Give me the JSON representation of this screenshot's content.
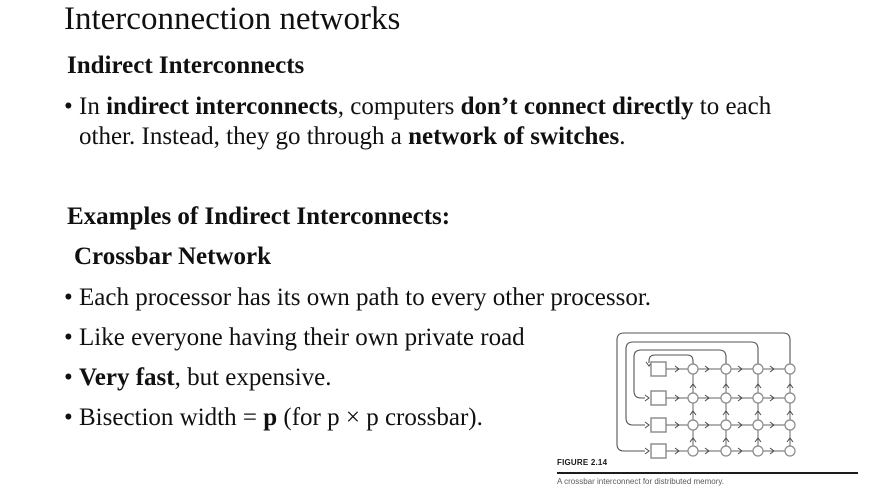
{
  "slide": {
    "title": "Interconnection networks",
    "bullet_glyph": "•",
    "headings": [
      {
        "id": "indirect",
        "text": "Indirect Interconnects"
      },
      {
        "id": "examples",
        "text": "Examples of Indirect Interconnects:"
      },
      {
        "id": "crossbar",
        "text": "Crossbar Network"
      }
    ],
    "bullets": [
      {
        "segments": [
          {
            "t": "In ",
            "b": false
          },
          {
            "t": "indirect interconnects",
            "b": true
          },
          {
            "t": ", computers ",
            "b": false
          },
          {
            "t": "don’t connect directly",
            "b": true
          },
          {
            "t": " to each\nother. Instead, they go through a ",
            "b": false
          },
          {
            "t": "network of switches",
            "b": true
          },
          {
            "t": ".",
            "b": false
          }
        ]
      },
      {
        "segments": [
          {
            "t": "Each processor has its own path to every other processor.",
            "b": false
          }
        ]
      },
      {
        "segments": [
          {
            "t": "Like everyone having their own private road",
            "b": false
          }
        ]
      },
      {
        "segments": [
          {
            "t": "Very fast",
            "b": true
          },
          {
            "t": ", but expensive.",
            "b": false
          }
        ]
      },
      {
        "segments": [
          {
            "t": "Bisection width = ",
            "b": false
          },
          {
            "t": "p",
            "b": true
          },
          {
            "t": " (for p × p crossbar).",
            "b": false
          }
        ]
      }
    ]
  },
  "figure": {
    "label": "FIGURE 2.14",
    "caption": "A crossbar interconnect for distributed memory.",
    "diagram": {
      "type": "crossbar-network",
      "processor_count": 4,
      "switch_grid": {
        "rows": 4,
        "cols": 4
      },
      "node_shapes": {
        "processor": "square",
        "switch": "circle"
      }
    }
  },
  "colors": {
    "background": "#ffffff",
    "text": "#101010",
    "diagram_line": "#666666",
    "diagram_node_stroke": "#888888",
    "caption_rule": "#1c1c1c",
    "caption_muted": "#5a5a5a"
  }
}
